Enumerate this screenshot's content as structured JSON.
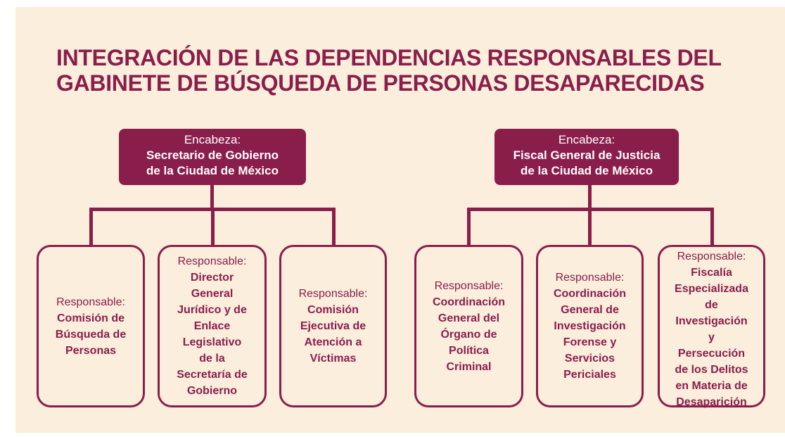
{
  "title": {
    "line1": "INTEGRACIÓN DE LAS DEPENDENCIAS RESPONSABLES DEL",
    "line2": "GABINETE DE BÚSQUEDA DE PERSONAS DESAPARECIDAS"
  },
  "colors": {
    "accent": "#8a1e4b",
    "background": "#fbeedd"
  },
  "left_group": {
    "head": {
      "label": "Encabeza:",
      "name_line1": "Secretario de Gobierno",
      "name_line2": "de la Ciudad de México"
    },
    "children": [
      {
        "label": "Responsable:",
        "name": [
          "Comisión de",
          "Búsqueda de",
          "Personas"
        ]
      },
      {
        "label": "Responsable:",
        "name": [
          "Director",
          "General",
          "Jurídico y de",
          "Enlace",
          "Legislativo",
          "de la",
          "Secretaría de",
          "Gobierno"
        ]
      },
      {
        "label": "Responsable:",
        "name": [
          "Comisión",
          "Ejecutiva de",
          "Atención a",
          "Víctimas"
        ]
      }
    ]
  },
  "right_group": {
    "head": {
      "label": "Encabeza:",
      "name_line1": "Fiscal General de Justicia",
      "name_line2": "de la Ciudad de México"
    },
    "children": [
      {
        "label": "Responsable:",
        "name": [
          "Coordinación",
          "General del",
          "Órgano de",
          "Política",
          "Criminal"
        ]
      },
      {
        "label": "Responsable:",
        "name": [
          "Coordinación",
          "General de",
          "Investigación",
          "Forense y",
          "Servicios",
          "Periciales"
        ]
      },
      {
        "label": "Responsable:",
        "name": [
          "Fiscalía",
          "Especializada",
          "de",
          "Investigación",
          "y",
          "Persecución",
          "de los Delitos",
          "en Materia de",
          "Desaparición"
        ]
      }
    ]
  }
}
